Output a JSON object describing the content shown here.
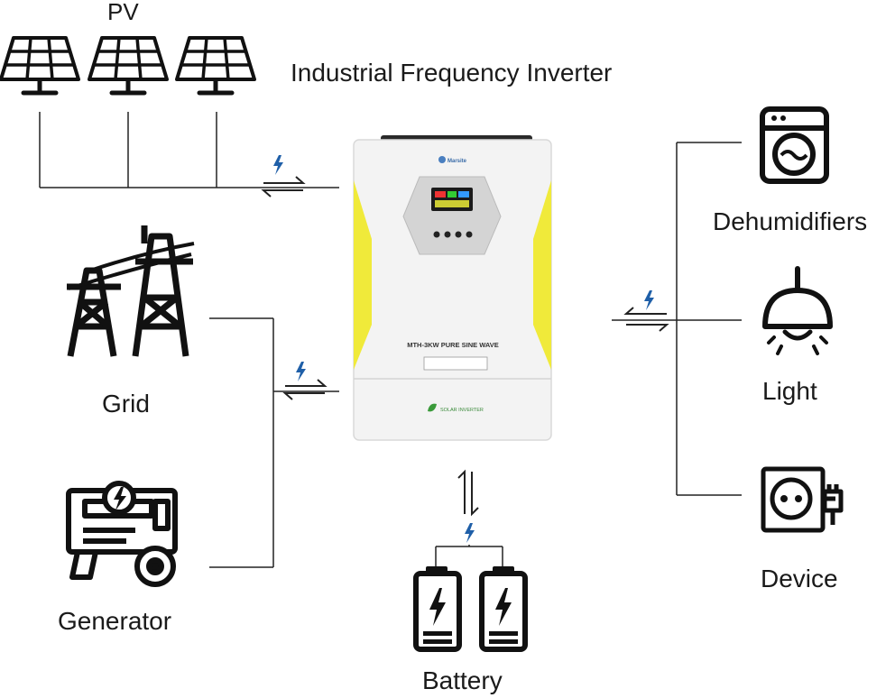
{
  "title": "Industrial Frequency Inverter",
  "labels": {
    "pv": "PV",
    "grid": "Grid",
    "generator": "Generator",
    "battery": "Battery",
    "dehumidifiers": "Dehumidifiers",
    "light": "Light",
    "device": "Device"
  },
  "inverter": {
    "brand": "Marsite",
    "model": "MTH-3KW PURE SINE WAVE",
    "footer": "SOLAR INVERTER"
  },
  "icons": {
    "pv": "solar-panel-icon",
    "grid": "power-tower-icon",
    "generator": "generator-icon",
    "battery": "battery-icon",
    "dehumidifiers": "washing-machine-icon",
    "light": "pendant-lamp-icon",
    "device": "power-socket-icon",
    "flow": "lightning-bolt-icon"
  },
  "colors": {
    "line": "#222222",
    "bolt": "#1f5fa8",
    "inverter_accent": "#f0ea3a",
    "icon": "#111111"
  }
}
